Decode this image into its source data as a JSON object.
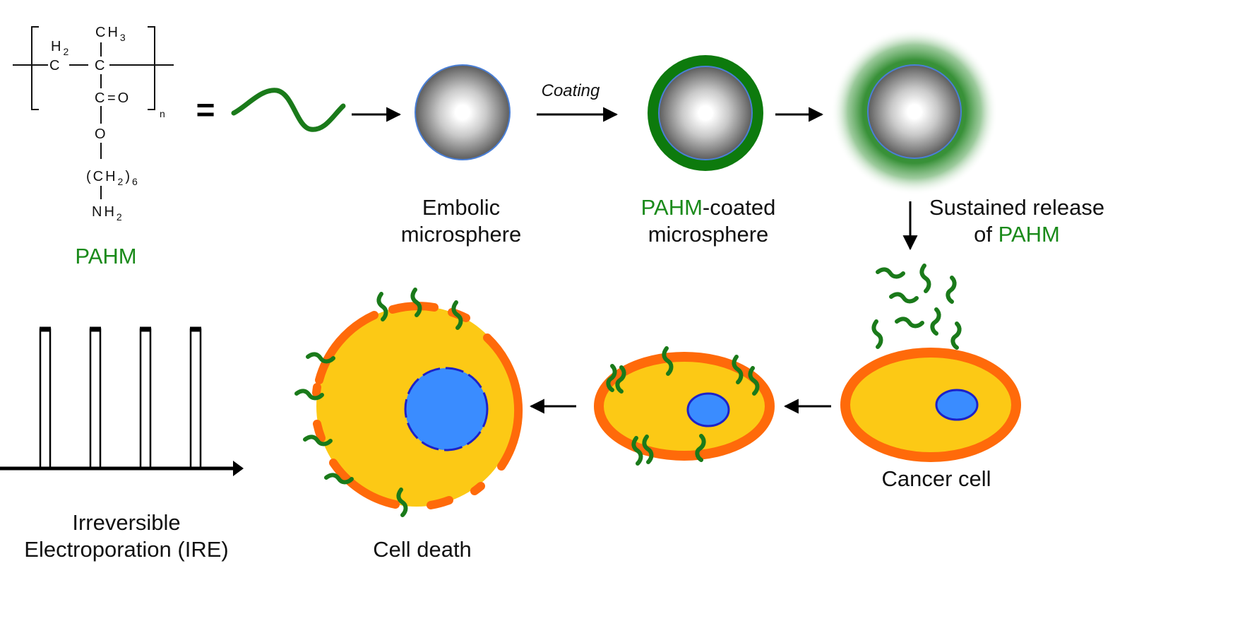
{
  "chemistry": {
    "h2_top": "H",
    "h2_top_sub": "2",
    "ch3": "CH",
    "ch3_sub": "3",
    "c_left": "C",
    "c_center": "C",
    "c_carbonyl": "C",
    "eq_o": "=O",
    "o_ester": "O",
    "chain_open": "(CH",
    "chain_sub2": "2",
    "chain_close": ")",
    "chain_sub6": "6",
    "nh2": "NH",
    "nh2_sub": "2",
    "repeat_n": "n",
    "equals": "=",
    "name": "PAHM"
  },
  "labels": {
    "coating": "Coating",
    "embolic_1": "Embolic",
    "embolic_2": "microsphere",
    "coated_pahm": "PAHM",
    "coated_rest": "-coated",
    "coated_2": "microsphere",
    "release_1": "Sustained release",
    "release_2_pre": "of ",
    "release_2_pahm": "PAHM",
    "cancer_cell": "Cancer cell",
    "cell_death": "Cell death",
    "ire_1": "Irreversible",
    "ire_2": "Electroporation (IRE)"
  },
  "colors": {
    "polymer_green": "#1a7a1a",
    "label_green": "#1a8a1a",
    "membrane_orange": "#ff6a0a",
    "cytoplasm_yellow": "#fcc915",
    "nucleus_blue": "#3a8cff",
    "nucleus_outline": "#1d22c8",
    "sphere_outline": "#4a7fd6"
  },
  "icons": {
    "polymer": "wavy-polymer-strand-icon",
    "arrow": "right-arrow-icon",
    "pulse_train": "square-pulse-waveform-icon"
  }
}
